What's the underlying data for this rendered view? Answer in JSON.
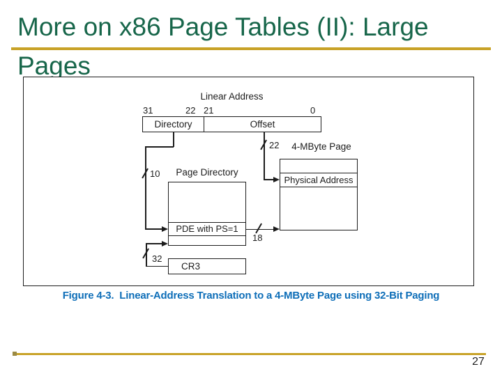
{
  "slide": {
    "title_line1": "More on x86 Page Tables (II): Large",
    "title_line2": "Pages",
    "page_number": "27"
  },
  "figure": {
    "caption": "Figure 4-3.  Linear-Address Translation to a 4-MByte Page using 32-Bit Paging",
    "linear_address": {
      "title": "Linear Address",
      "bit_31": "31",
      "bit_22": "22",
      "bit_21": "21",
      "bit_0": "0",
      "directory_field": "Directory",
      "offset_field": "Offset"
    },
    "bus_widths": {
      "directory_bits": "10",
      "offset_bits": "22",
      "pde_bits": "18",
      "cr3_bits": "32"
    },
    "page_directory": {
      "title": "Page Directory",
      "pde_entry": "PDE with PS=1"
    },
    "cr3_register": "CR3",
    "page": {
      "title": "4-MByte Page",
      "entry": "Physical Address"
    }
  },
  "colors": {
    "title_green": "#17664A",
    "rule_gold": "#C8A227",
    "caption_blue": "#0E6EB8"
  }
}
